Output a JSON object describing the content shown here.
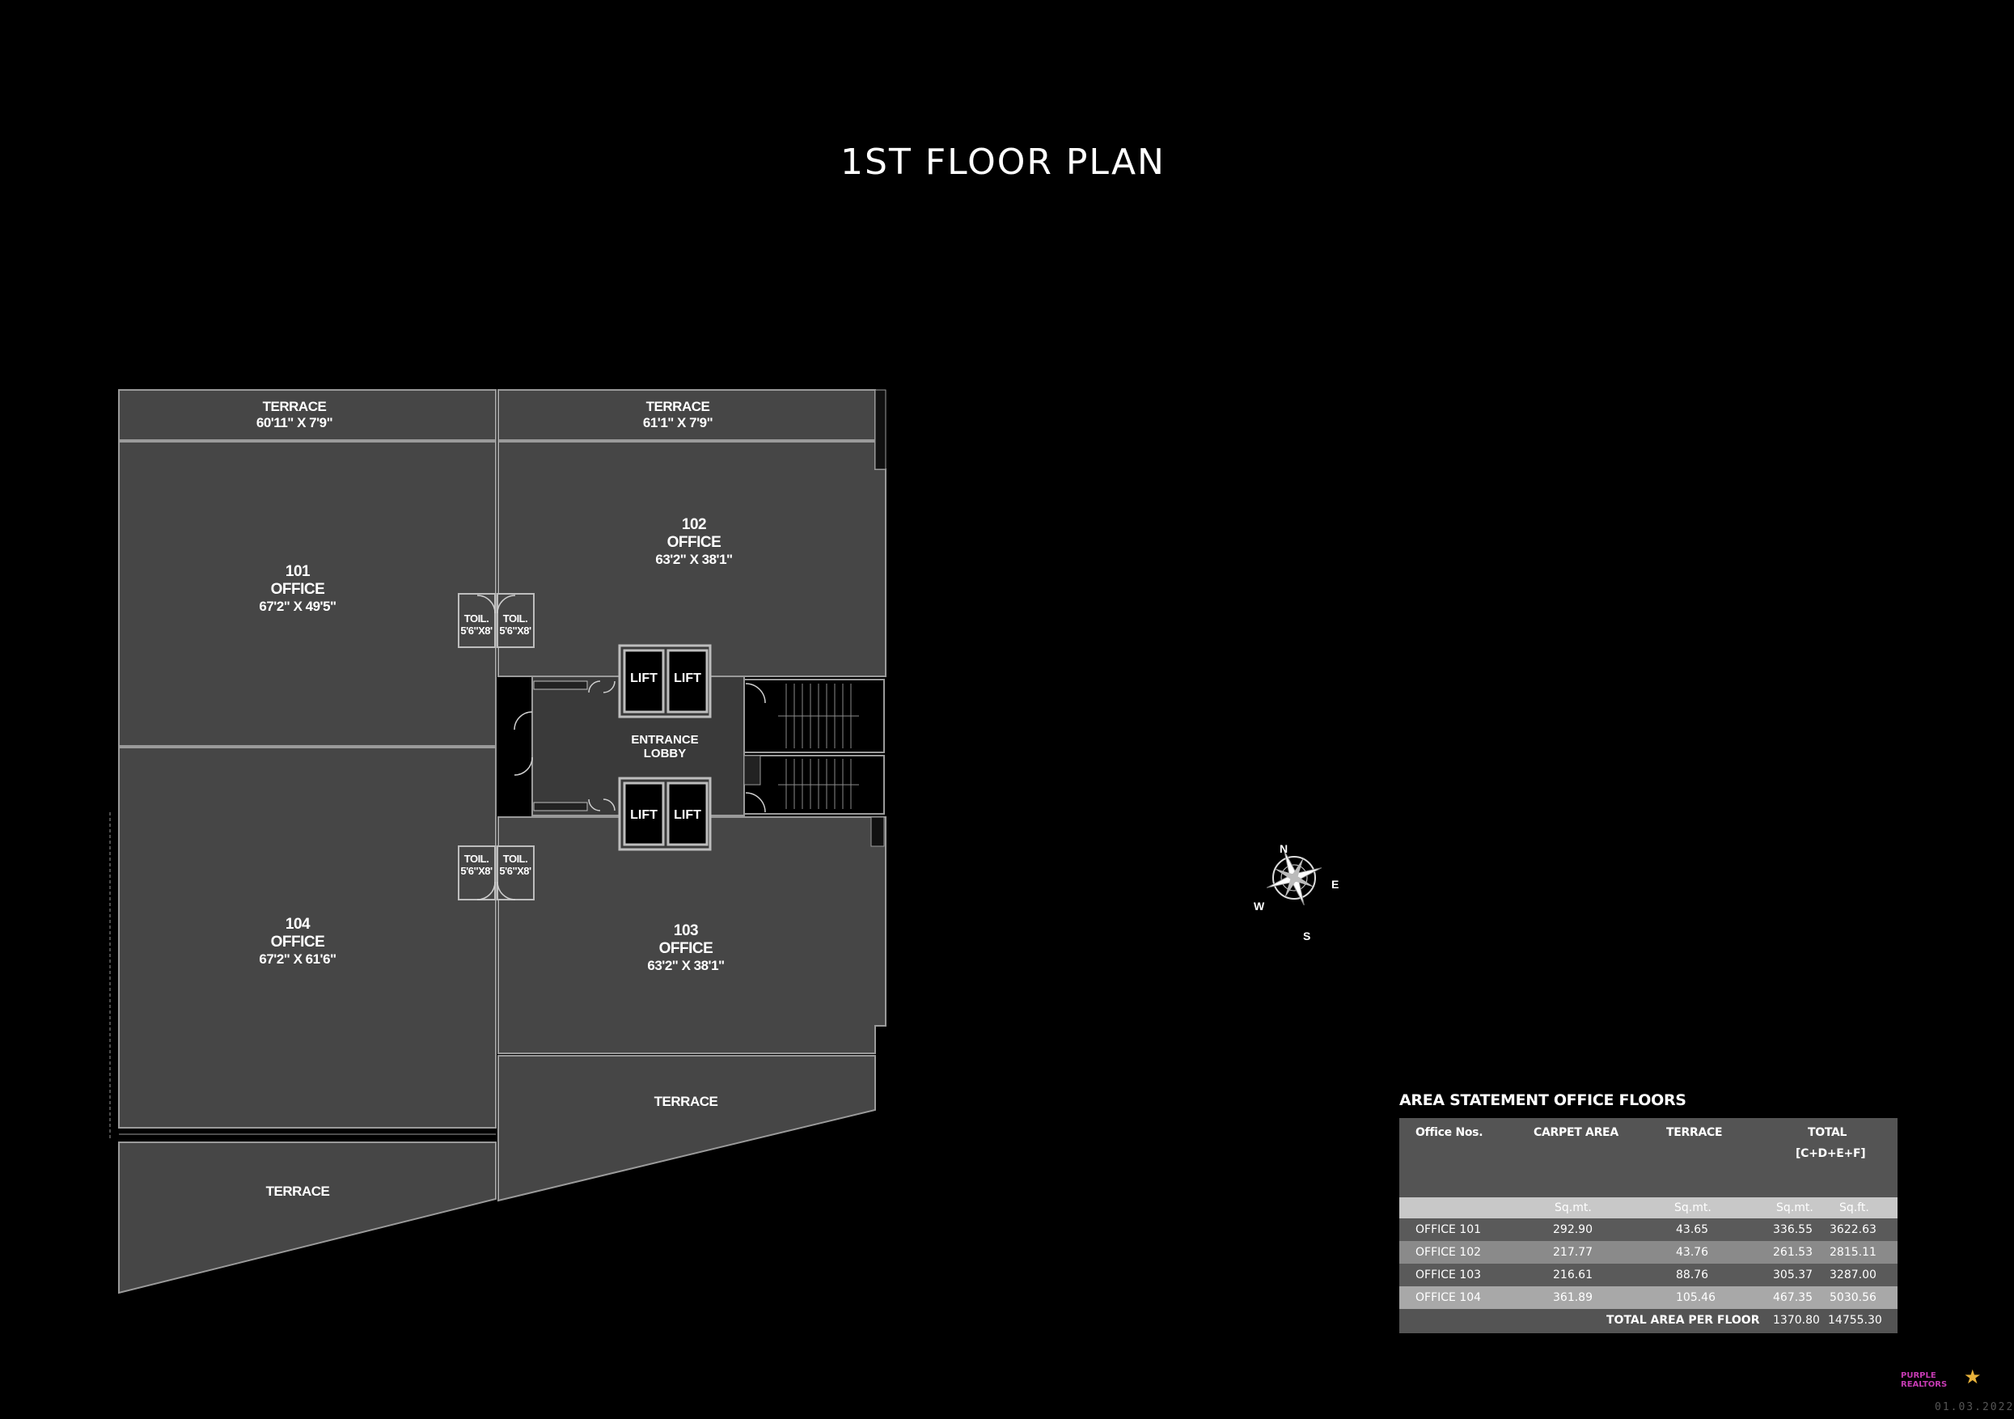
{
  "title": "1ST FLOOR PLAN",
  "plan": {
    "terrace_left": {
      "name": "TERRACE",
      "dim": "60'11\" X 7'9\""
    },
    "terrace_right": {
      "name": "TERRACE",
      "dim": "61'1\" X 7'9\""
    },
    "office_101": {
      "no": "101",
      "name": "OFFICE",
      "dim": "67'2\" X 49'5\""
    },
    "office_102": {
      "no": "102",
      "name": "OFFICE",
      "dim": "63'2\" X 38'1\""
    },
    "office_103": {
      "no": "103",
      "name": "OFFICE",
      "dim": "63'2\" X 38'1\""
    },
    "office_104": {
      "no": "104",
      "name": "OFFICE",
      "dim": "67'2\" X 61'6\""
    },
    "toilet_label": "TOIL.",
    "toilet_dim": "5'6\"X8'",
    "toilet_dim_alt": "5'6\"X8'",
    "lift_label": "LIFT",
    "lobby": "ENTRANCE\nLOBBY",
    "terrace_bottom_left": "TERRACE",
    "terrace_bottom_right": "TERRACE"
  },
  "compass": {
    "n": "N",
    "e": "E",
    "s": "S",
    "w": "W"
  },
  "area_statement": {
    "title": "AREA STATEMENT OFFICE FLOORS",
    "headers": {
      "office": "Office Nos.",
      "carpet": "CARPET AREA",
      "terrace": "TERRACE",
      "total": "TOTAL",
      "total_formula": "[C+D+E+F]"
    },
    "units": {
      "carpet": "Sq.mt.",
      "terrace": "Sq.mt.",
      "total_sqmt": "Sq.mt.",
      "total_sqft": "Sq.ft."
    },
    "rows": [
      {
        "office": "OFFICE 101",
        "carpet": "292.90",
        "terrace": "43.65",
        "sqmt": "336.55",
        "sqft": "3622.63"
      },
      {
        "office": "OFFICE 102",
        "carpet": "217.77",
        "terrace": "43.76",
        "sqmt": "261.53",
        "sqft": "2815.11"
      },
      {
        "office": "OFFICE 103",
        "carpet": "216.61",
        "terrace": "88.76",
        "sqmt": "305.37",
        "sqft": "3287.00"
      },
      {
        "office": "OFFICE 104",
        "carpet": "361.89",
        "terrace": "105.46",
        "sqmt": "467.35",
        "sqft": "5030.56"
      }
    ],
    "total": {
      "label": "TOTAL AREA PER FLOOR",
      "sqmt": "1370.80",
      "sqft": "14755.30"
    }
  },
  "logo": "PURPLE REALTORS",
  "date": "01.03.2022"
}
